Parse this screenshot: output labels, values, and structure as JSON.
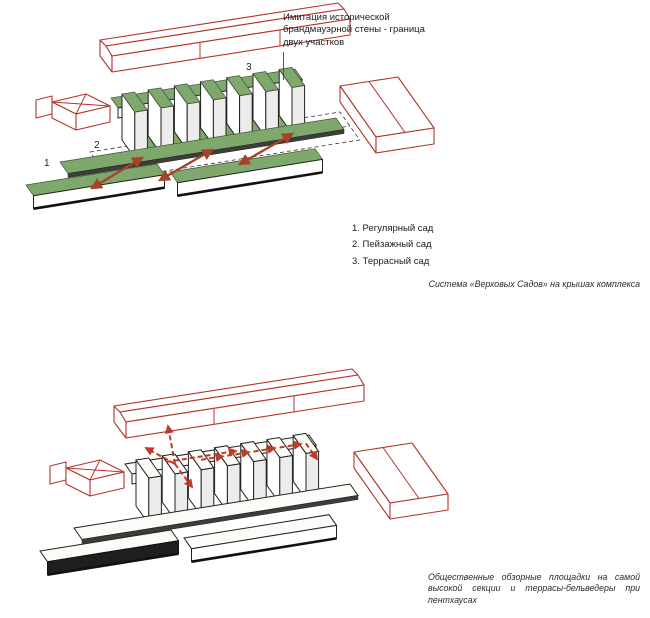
{
  "diagram_top": {
    "annotation_firewall": "Имитация исторической брандмауэрной стены - граница двух участков",
    "markers": {
      "m1": "1",
      "m2": "2",
      "m3": "3"
    },
    "legend": {
      "item1": "1. Регулярный сад",
      "item2": "2. Пейзажный сад",
      "item3": "3. Террасный сад"
    },
    "caption": "Система «Верховых Садов» на крышах комплекса",
    "colors": {
      "garden_green": "#7fa86c",
      "context_red": "#b5342c",
      "arrow_red": "#a5432a"
    }
  },
  "diagram_bottom": {
    "caption": "Общественные обзорные площадки на самой высокой секции и террасы-бельведеры при пентхаусах",
    "colors": {
      "route_red": "#c03a2b",
      "context_red": "#b5342c"
    }
  }
}
